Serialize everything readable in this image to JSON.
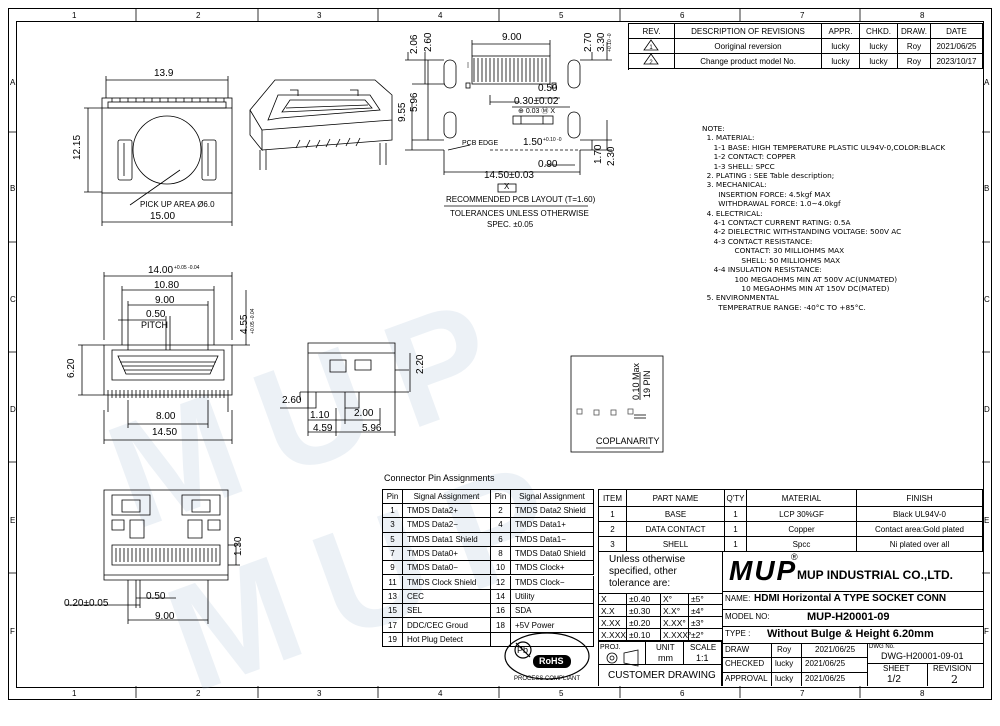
{
  "grid": {
    "cols": [
      "1",
      "2",
      "3",
      "4",
      "5",
      "6",
      "7",
      "8"
    ],
    "rows": [
      "A",
      "B",
      "C",
      "D",
      "E",
      "F"
    ]
  },
  "watermark": "MUP MUP",
  "revisions": {
    "headers": [
      "REV.",
      "DESCRIPTION OF REVISIONS",
      "APPR.",
      "CHKD.",
      "DRAW.",
      "DATE"
    ],
    "rows": [
      {
        "rev": "1",
        "desc": "Ooriginal reversion",
        "appr": "lucky",
        "chkd": "lucky",
        "draw": "Roy",
        "date": "2021/06/25"
      },
      {
        "rev": "2",
        "desc": "Change product model No.",
        "appr": "lucky",
        "chkd": "lucky",
        "draw": "Roy",
        "date": "2023/10/17"
      }
    ]
  },
  "notes": "NOTE:\n  1. MATERIAL:\n     1-1 BASE: HIGH TEMPERATURE PLASTIC UL94V-0,COLOR:BLACK\n     1-2 CONTACT: COPPER\n     1-3 SHELL: SPCC\n  2. PLATING : SEE Table description;\n  3. MECHANICAL:\n       INSERTION FORCE: 4.5kgf MAX\n       WITHDRAWAL FORCE: 1.0~4.0kgf\n  4. ELECTRICAL:\n     4-1 CONTACT CURRENT RATING: 0.5A\n     4-2 DIELECTRIC WITHSTANDING VOLTAGE: 500V AC\n     4-3 CONTACT RESISTANCE:\n              CONTACT: 30 MILLIOHMS MAX\n                 SHELL: 50 MILLIOHMS MAX\n     4-4 INSULATION RESISTANCE:\n              100 MEGAOHMS MIN AT 500V AC(UNMATED)\n                 10 MEGAOHMS MIN AT 150V DC(MATED)\n  5. ENVIRONMENTAL\n       TEMPERATRUE RANGE: -40°C TO +85°C.",
  "dims": {
    "top_width": "13.9",
    "top_height": "12.15",
    "pickup": "PICK UP AREA Ø6.0",
    "top_total": "15.00",
    "pcb_206": "2.06",
    "pcb_260": "2.60",
    "pcb_900": "9.00",
    "pcb_270": "2.70",
    "pcb_330": "3.30",
    "pcb_330_tol": "+0.10 -0",
    "pcb_596": "5.96",
    "pcb_955": "9.55",
    "pcb_050": "0.50",
    "pcb_030": "0.30±0.02",
    "pcb_gdt": "0.03",
    "pcb_edge": "PCB EDGE",
    "pcb_150": "1.50",
    "pcb_150_tol": "+0.10 -0",
    "pcb_090": "0.90",
    "pcb_170": "1.70",
    "pcb_230": "2.30",
    "pcb_1450": "14.50±0.03",
    "pcb_x": "X",
    "pcb_title": "RECOMMENDED PCB LAYOUT (T=1.60)",
    "pcb_tol1": "TOLERANCES UNLESS OTHERWISE",
    "pcb_tol2": "SPEC. ±0.05",
    "front_1400": "14.00",
    "front_1400_tol": "+0.05 -0.04",
    "front_1080": "10.80",
    "front_900": "9.00",
    "front_050": "0.50",
    "front_pitch": "PITCH",
    "front_455": "4.55",
    "front_455_tol": "+0.05 -0.04",
    "front_620": "6.20",
    "front_800": "8.00",
    "front_1450": "14.50",
    "side_220": "2.20",
    "side_260": "2.60",
    "side_110": "1.10",
    "side_200": "2.00",
    "side_459": "4.59",
    "side_596": "5.96",
    "cop_010": "0.10 Max",
    "cop_19": "19 PIN",
    "cop_label": "COPLANARITY",
    "bot_130": "1.30",
    "bot_020": "0.20±0.05",
    "bot_050": "0.50",
    "bot_900": "9.00"
  },
  "pins": {
    "title": "Connector Pin Assignments",
    "headers": [
      "Pin",
      "Signal Assignment",
      "Pin",
      "Signal Assignment"
    ],
    "rows": [
      [
        "1",
        "TMDS Data2+",
        "2",
        "TMDS Data2 Shield"
      ],
      [
        "3",
        "TMDS Data2−",
        "4",
        "TMDS Data1+"
      ],
      [
        "5",
        "TMDS Data1 Shield",
        "6",
        "TMDS Data1−"
      ],
      [
        "7",
        "TMDS Data0+",
        "8",
        "TMDS Data0 Shield"
      ],
      [
        "9",
        "TMDS Data0−",
        "10",
        "TMDS Clock+"
      ],
      [
        "11",
        "TMDS Clock Shield",
        "12",
        "TMDS Clock−"
      ],
      [
        "13",
        "CEC",
        "14",
        "Utility"
      ],
      [
        "15",
        "SEL",
        "16",
        "SDA"
      ],
      [
        "17",
        "DDC/CEC Groud",
        "18",
        "+5V Power"
      ],
      [
        "19",
        "Hot Plug Detect",
        "",
        ""
      ]
    ]
  },
  "parts": {
    "headers": [
      "ITEM",
      "PART NAME",
      "Q'TY",
      "MATERIAL",
      "FINISH"
    ],
    "rows": [
      [
        "1",
        "BASE",
        "1",
        "LCP 30%GF",
        "Black UL94V-0"
      ],
      [
        "2",
        "DATA CONTACT",
        "1",
        "Copper",
        "Contact area:Gold plated"
      ],
      [
        "3",
        "SHELL",
        "1",
        "Spcc",
        "Ni plated over all"
      ]
    ]
  },
  "tolerance": {
    "header": "Unless otherwise specified, other tolerance are:",
    "rows": [
      [
        "X",
        "±0.40",
        "X°",
        "±5°"
      ],
      [
        "X.X",
        "±0.30",
        "X.X°",
        "±4°"
      ],
      [
        "X.XX",
        "±0.20",
        "X.XX°",
        "±3°"
      ],
      [
        "X.XXX",
        "±0.10",
        "X.XXX°",
        "±2°"
      ]
    ],
    "proj": "PROJ.",
    "unit_label": "UNIT",
    "unit": "mm",
    "scale_label": "SCALE",
    "scale": "1:1"
  },
  "rohs": {
    "label": "RoHS",
    "caption": "PROCESS COMPLIANT",
    "pb": "Pb"
  },
  "customer_drawing": "CUSTOMER  DRAWING",
  "title_block": {
    "logo": "MUP",
    "reg": "®",
    "company": "MUP INDUSTRIAL CO.,LTD.",
    "name_label": "NAME:",
    "name": "HDMI Horizontal A TYPE  SOCKET CONN",
    "model_label": "MODEL NO:",
    "model": "MUP-H20001-09",
    "type_label": "TYPE :",
    "type": "Without Bulge & Height 6.20mm",
    "draw_label": "DRAW",
    "draw_by": "Roy",
    "draw_date": "2021/06/25",
    "checked_label": "CHECKED",
    "checked_by": "lucky",
    "checked_date": "2021/06/25",
    "approval_label": "APPROVAL",
    "approval_by": "lucky",
    "approval_date": "2021/06/25",
    "dwg_label": "DWG No.",
    "dwg": "DWG-H20001-09-01",
    "sheet_label": "SHEET",
    "sheet": "1/2",
    "revision_label": "REVISION",
    "revision": "2"
  }
}
